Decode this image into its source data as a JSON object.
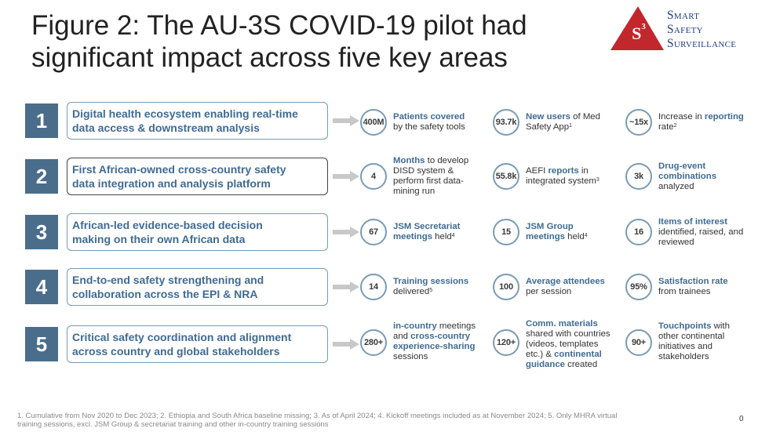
{
  "title": {
    "line1": "Figure 2: The AU-3S COVID-19 pilot had",
    "line2": "significant impact across five key areas"
  },
  "logo": {
    "mark": "S",
    "mark_sup": "3",
    "line1": "Smart",
    "line2": "Safety",
    "line3": "Surveillance",
    "color": "#c1272d"
  },
  "rows": [
    {
      "num": "1",
      "desc1": "Digital health ecosystem enabling real-time",
      "desc2": "data access & downstream analysis",
      "m1": {
        "value": "400M",
        "t1a": "Patients covered",
        "t2a": "by the safety tools"
      },
      "m2": {
        "value": "93.7k",
        "t1a": "New users",
        "t1b": " of Med",
        "t2a": "Safety App",
        "t2sup": "1"
      },
      "m3": {
        "value": "~15x",
        "t1a": "Increase in ",
        "t1b": "reporting",
        "t2a": "rate",
        "t2sup": "2"
      }
    },
    {
      "num": "2",
      "desc1": "First African-owned cross-country safety",
      "desc2": "data integration and analysis platform",
      "m1": {
        "value": "4",
        "t1a": "Months",
        "t1b": " to develop",
        "t2a": "DISD system &",
        "t3a": "perform first data-",
        "t4a": "mining run"
      },
      "m2": {
        "value": "55.8k",
        "t1a": "AEFI ",
        "t1b": "reports",
        "t1c": " in",
        "t2a": "integrated system",
        "t2sup": "3"
      },
      "m3": {
        "value": "3k",
        "t1a": "Drug-event",
        "t2a": "combinations",
        "t3a": "analyzed"
      }
    },
    {
      "num": "3",
      "desc1": "African-led evidence-based decision",
      "desc2": "making on their own African data",
      "m1": {
        "value": "67",
        "t1a": "JSM Secretariat",
        "t2a": "meetings",
        "t2b": " held",
        "t2sup": "4"
      },
      "m2": {
        "value": "15",
        "t1a": "JSM Group",
        "t2a": "meetings",
        "t2b": " held",
        "t2sup": "4"
      },
      "m3": {
        "value": "16",
        "t1a": "Items of interest",
        "t2a": "identified, raised, and",
        "t3a": "reviewed"
      }
    },
    {
      "num": "4",
      "desc1": "End-to-end safety strengthening and",
      "desc2": "collaboration across the EPI & NRA",
      "m1": {
        "value": "14",
        "t1a": "Training sessions",
        "t2a": "delivered",
        "t2sup": "5"
      },
      "m2": {
        "value": "100",
        "t1a": "Average attendees",
        "t2a": "per session"
      },
      "m3": {
        "value": "95%",
        "t1a": "Satisfaction rate",
        "t2a": "from trainees"
      }
    },
    {
      "num": "5",
      "desc1": "Critical safety coordination and alignment",
      "desc2": "across country and global stakeholders",
      "m1": {
        "value": "280+",
        "t1a": "in-country",
        "t1b": " meetings",
        "t2a": "and ",
        "t2b": "cross-country",
        "t3a": "experience-sharing",
        "t4a": "sessions"
      },
      "m2": {
        "value": "120+",
        "t1a": "Comm. materials",
        "t2a": "shared with countries",
        "t3a": "(videos, templates",
        "t4a": "etc.) & ",
        "t4b": "continental",
        "t5a": "guidance",
        "t5b": " created"
      },
      "m3": {
        "value": "90+",
        "t1a": "Touchpoints",
        "t1b": " with",
        "t2a": "other continental",
        "t3a": "initiatives and",
        "t4a": "stakeholders"
      }
    }
  ],
  "footnote": {
    "line1": "1. Cumulative from Nov 2020 to Dec 2023; 2. Ethiopia and South Africa baseline missing; 3. As of April 2024; 4. Kickoff meetings included as at November 2024; 5. Only MHRA virtual",
    "line2": "training sessions, excl. JSM Group & secretariat training and other in-country training sessions"
  },
  "page_number": "0",
  "colors": {
    "number_box": "#4a6d8c",
    "accent_text": "#3f6b94",
    "border": "#7a9bb5",
    "arrow": "#c8c8c8"
  }
}
